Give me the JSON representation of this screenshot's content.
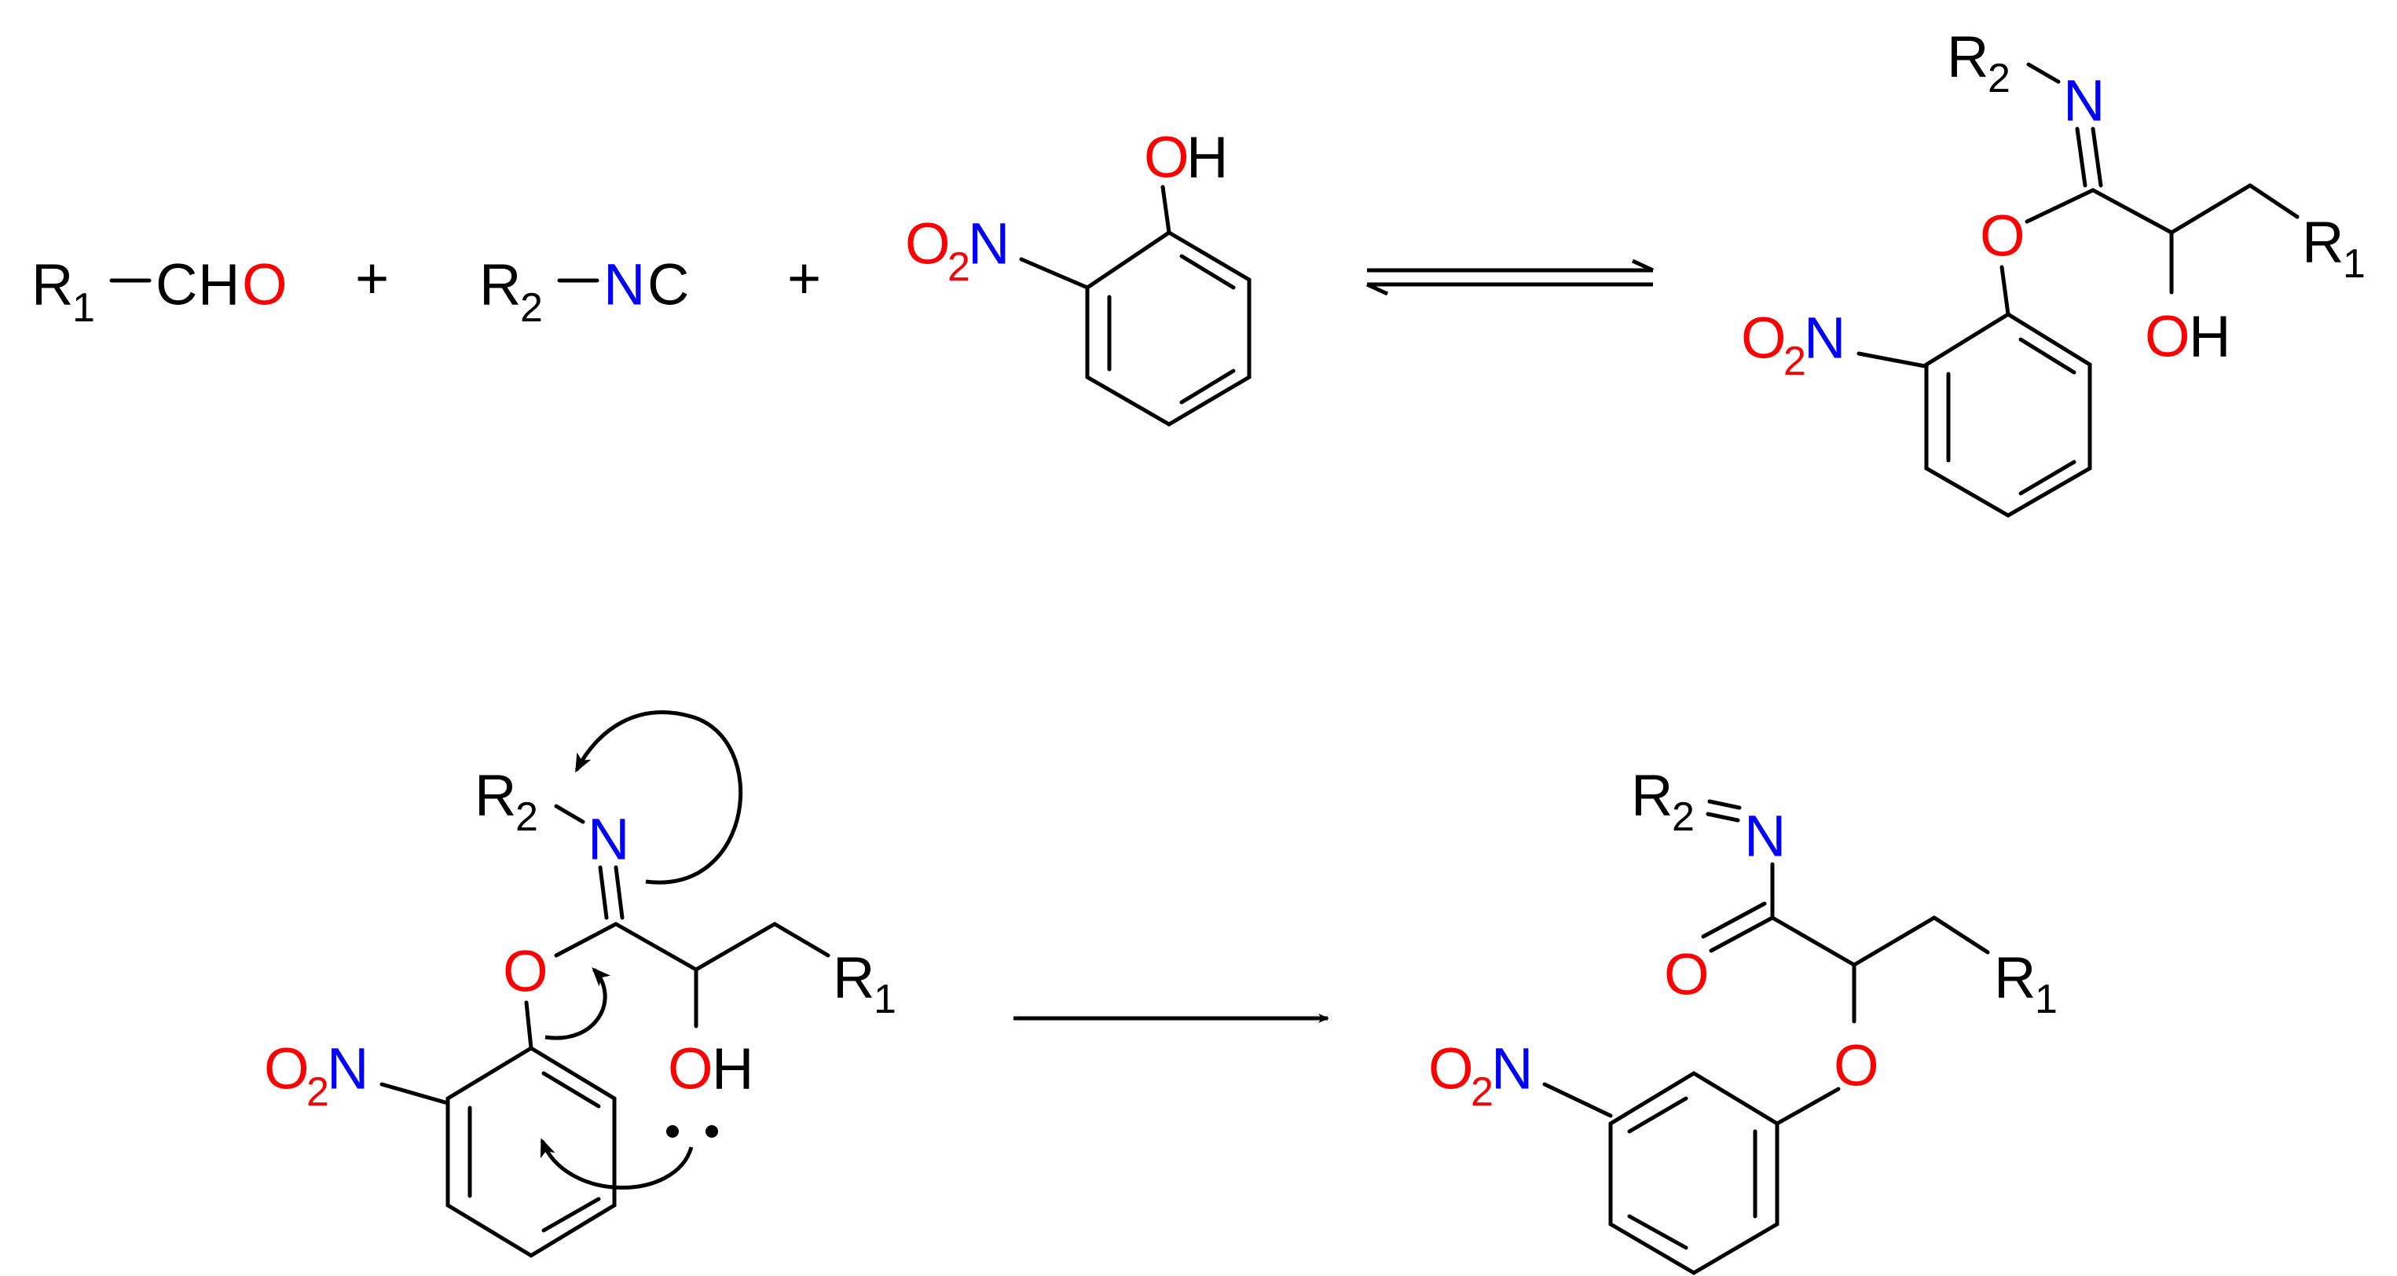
{
  "colors": {
    "carbon": "#000000",
    "oxygen": "#ff0000",
    "nitrogen": "#0000ff"
  },
  "atoms": {
    "r1": "R",
    "r1_sub": "1",
    "r2": "R",
    "r2_sub": "2",
    "c": "C",
    "h": "H",
    "o": "O",
    "o2": "O",
    "o2_sub": "2",
    "n": "N",
    "plus": "+"
  },
  "reactions": [
    {
      "kind": "equilibrium",
      "from": "aldehyde + isocyanide + 2-nitrophenol",
      "to": "imidate adduct"
    },
    {
      "kind": "forward",
      "from": "imidate adduct (Smiles rearrangement)",
      "to": "aryl ether amide"
    }
  ]
}
